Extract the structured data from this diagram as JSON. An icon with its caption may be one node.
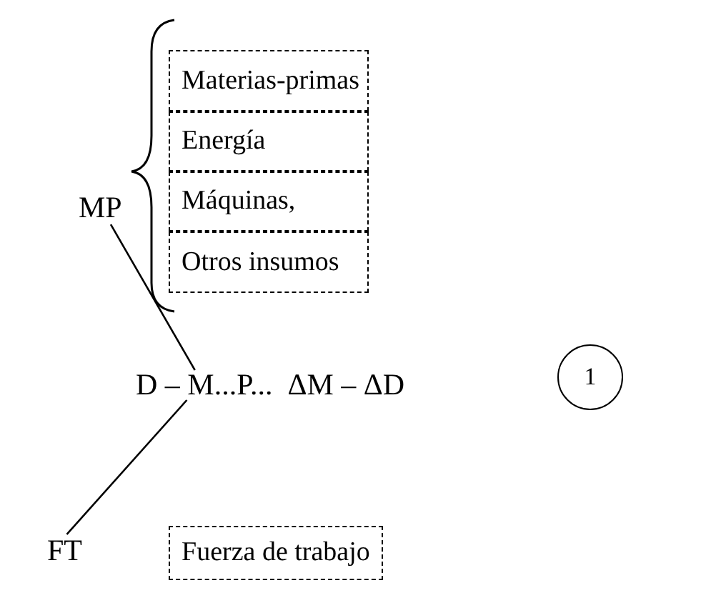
{
  "diagram": {
    "nodes": [
      {
        "text": [
          "MP"
        ]
      },
      {
        "text": [
          "Materias-primas"
        ]
      },
      {
        "text": [
          "Energía"
        ]
      },
      {
        "text": [
          "Máquinas,"
        ]
      },
      {
        "text": [
          "Otros insumos"
        ]
      },
      {
        "text": [
          "D – M...P...  ΔM – ΔD"
        ]
      },
      {
        "text": [
          "1"
        ]
      },
      {
        "text": [
          "FT"
        ]
      },
      {
        "text": [
          "Fuerza de trabajo"
        ]
      }
    ],
    "edges": [
      {
        "from": 0,
        "to": 5,
        "arrow": "none"
      },
      {
        "from": 7,
        "to": 5,
        "arrow": "none"
      }
    ]
  }
}
